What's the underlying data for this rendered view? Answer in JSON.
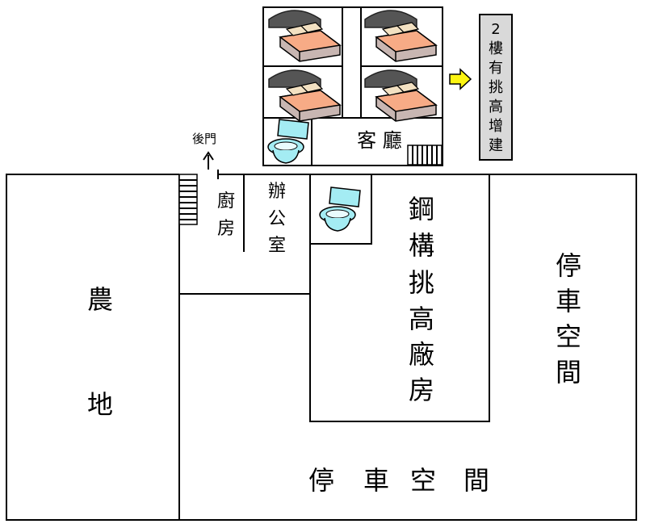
{
  "rooms": {
    "farmland": [
      "農",
      "地"
    ],
    "factory": [
      "鋼",
      "構",
      "挑",
      "高",
      "廠",
      "房"
    ],
    "parking_right": [
      "停",
      "車",
      "空",
      "間"
    ],
    "parking_bottom": [
      "停",
      "車",
      "空",
      "間"
    ],
    "kitchen": [
      "廚",
      "房"
    ],
    "office": [
      "辦",
      "公",
      "室"
    ],
    "living_room": "客 廳",
    "back_door": "後門"
  },
  "note": [
    "2",
    "樓",
    "有",
    "挑",
    "高",
    "增",
    "建"
  ],
  "icons": [
    "bed-icon",
    "bed-icon",
    "bed-icon",
    "bed-icon",
    "toilet-icon",
    "toilet-icon",
    "stairs-icon",
    "stairs-icon",
    "arrow-up-icon",
    "arrow-right-icon"
  ],
  "colors": {
    "bed_blanket": "#f7ab86",
    "bed_base": "#c8b6b2",
    "toilet": "#a4ecf3",
    "arrow": "#fdf511",
    "note_bg": "#d9d9d9"
  }
}
